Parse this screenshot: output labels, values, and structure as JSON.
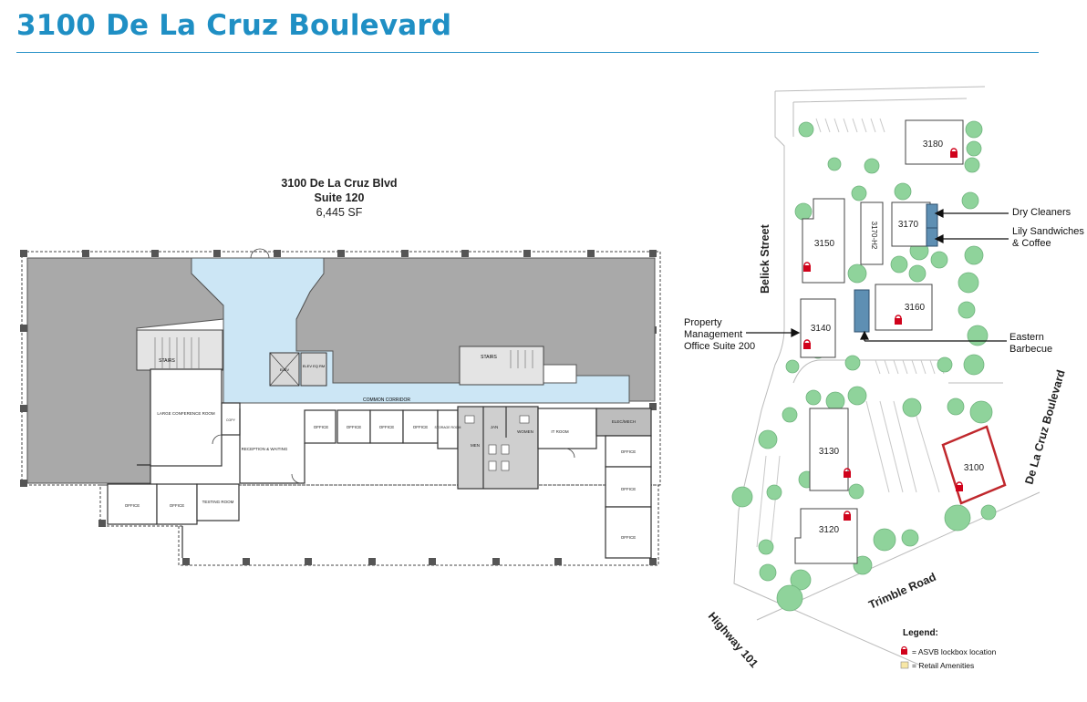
{
  "page": {
    "title": "3100 De La Cruz Boulevard"
  },
  "suite": {
    "name": "3100 De La Cruz Blvd",
    "suite": "Suite 120",
    "area": "6,445 SF"
  },
  "floorplan": {
    "rooms": {
      "stairs_west": "STAIRS",
      "stairs_east": "STAIRS",
      "elevator": "ELEV",
      "elev_equip": "ELEV EQ RM",
      "corridor": "COMMON CORRIDOR",
      "conference": "LARGE CONFERENCE ROOM",
      "reception": "RECEPTION & WAITING",
      "office_1": "OFFICE",
      "office_2": "OFFICE",
      "office_3": "OFFICE",
      "office_4": "OFFICE",
      "storage": "STORAGE ROOM",
      "jan": "JAN",
      "women": "WOMEN",
      "men": "MEN",
      "it_room": "IT ROOM",
      "elec_mech": "ELEC/MECH",
      "office_e1": "OFFICE",
      "office_e2": "OFFICE",
      "office_e3": "OFFICE",
      "office_sw1": "OFFICE",
      "office_sw2": "OFFICE",
      "testing": "TESTING ROOM",
      "copy": "COPY"
    }
  },
  "siteplan": {
    "buildings": {
      "b3180": "3180",
      "b3170h2": "3170-H2",
      "b3170": "3170",
      "b3150": "3150",
      "b3160": "3160",
      "b3140": "3140",
      "b3130": "3130",
      "b3120": "3120",
      "b3100": "3100"
    },
    "streets": {
      "belick": "Belick Street",
      "delacruz": "De La Cruz Boulevard",
      "trimble": "Trimble Road",
      "hwy101": "Highway 101"
    },
    "callouts": {
      "dry_cleaners": "Dry Cleaners",
      "lily_1": "Lily Sandwiches",
      "lily_2": "& Coffee",
      "pm_1": "Property",
      "pm_2": "Management",
      "pm_3": "Office Suite 200",
      "eb_1": "Eastern",
      "eb_2": "Barbecue"
    },
    "legend": {
      "title": "Legend:",
      "lockbox": "= ASVB lockbox location",
      "retail": "= Retail Amenities"
    },
    "colors": {
      "highlight": "#c0282d",
      "retail": "#5e8fb3",
      "tree": "#8fd39b",
      "legend_retail": "#f7e7a6",
      "lock": "#d0021b"
    }
  }
}
